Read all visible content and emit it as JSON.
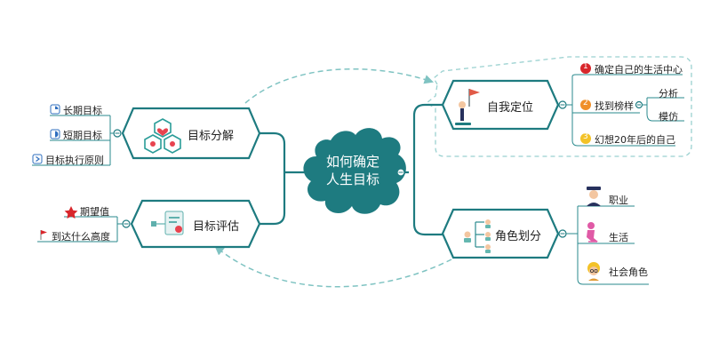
{
  "center": {
    "line1": "如何确定",
    "line2": "人生目标"
  },
  "branches": {
    "self_position": {
      "label": "自我定位",
      "children": [
        {
          "num": "1",
          "label": "确定自己的生活中心"
        },
        {
          "num": "2",
          "label": "找到榜样",
          "children": [
            "分析",
            "模仿"
          ]
        },
        {
          "num": "3",
          "label": "幻想20年后的自己"
        }
      ]
    },
    "role_division": {
      "label": "角色划分",
      "children": [
        "职业",
        "生活",
        "社会角色"
      ]
    },
    "goal_decompose": {
      "label": "目标分解",
      "children": [
        "长期目标",
        "短期目标",
        "目标执行原则"
      ]
    },
    "goal_evaluate": {
      "label": "目标评估",
      "children": [
        "期望值",
        "到达什么高度"
      ]
    }
  },
  "colors": {
    "teal": "#1e7b80",
    "dash": "#7fc3c2",
    "leaf_line": "#2a8a8e",
    "red": "#d8262b",
    "orange": "#f0902a",
    "yellow": "#f3c228",
    "pink": "#e05aa6",
    "navy": "#27315d"
  }
}
